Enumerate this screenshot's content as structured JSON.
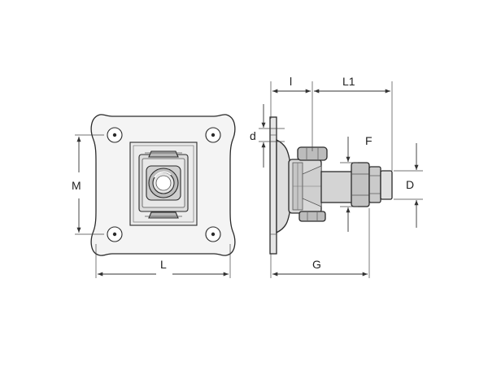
{
  "diagram": {
    "labels": {
      "M": "M",
      "L": "L",
      "l": "l",
      "L1": "L1",
      "d": "d",
      "F": "F",
      "D": "D",
      "G": "G"
    },
    "colors": {
      "line": "#2a2a2a",
      "fill_plate": "#f4f4f4",
      "fill_part": "#dcdcdc",
      "fill_dark": "#b8b8b8",
      "background": "#ffffff"
    }
  }
}
